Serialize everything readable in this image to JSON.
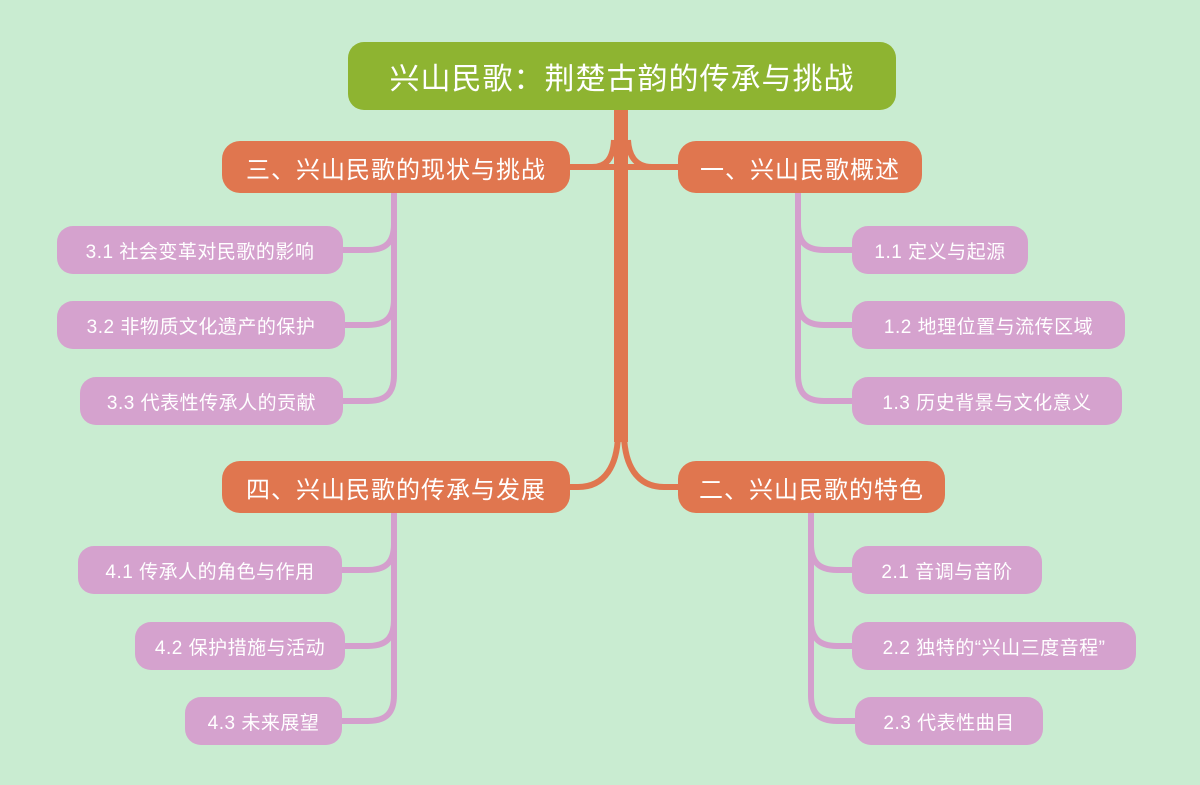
{
  "canvas": {
    "background_color": "#c9ecd1"
  },
  "root": {
    "label": "兴山民歌：荆楚古韵的传承与挑战",
    "color": "#8eb431",
    "text_color": "#ffffff"
  },
  "branches": [
    {
      "label": "一、兴山民歌概述",
      "side": "right-top",
      "color": "#e0764f",
      "children": [
        {
          "label": "1.1 定义与起源"
        },
        {
          "label": "1.2 地理位置与流传区域"
        },
        {
          "label": "1.3 历史背景与文化意义"
        }
      ]
    },
    {
      "label": "二、兴山民歌的特色",
      "side": "right-bottom",
      "color": "#e0764f",
      "children": [
        {
          "label": "2.1 音调与音阶"
        },
        {
          "label": "2.2 独特的“兴山三度音程”"
        },
        {
          "label": "2.3 代表性曲目"
        }
      ]
    },
    {
      "label": "三、兴山民歌的现状与挑战",
      "side": "left-top",
      "color": "#e0764f",
      "children": [
        {
          "label": "3.1 社会变革对民歌的影响"
        },
        {
          "label": "3.2 非物质文化遗产的保护"
        },
        {
          "label": "3.3 代表性传承人的贡献"
        }
      ]
    },
    {
      "label": "四、兴山民歌的传承与发展",
      "side": "left-bottom",
      "color": "#e0764f",
      "children": [
        {
          "label": "4.1 传承人的角色与作用"
        },
        {
          "label": "4.2 保护措施与活动"
        },
        {
          "label": "4.3 未来展望"
        }
      ]
    }
  ],
  "connectors": {
    "trunk_color": "#e0764f",
    "child_link_color": "#d49fcd",
    "child_node_color": "#d5a2ce"
  }
}
